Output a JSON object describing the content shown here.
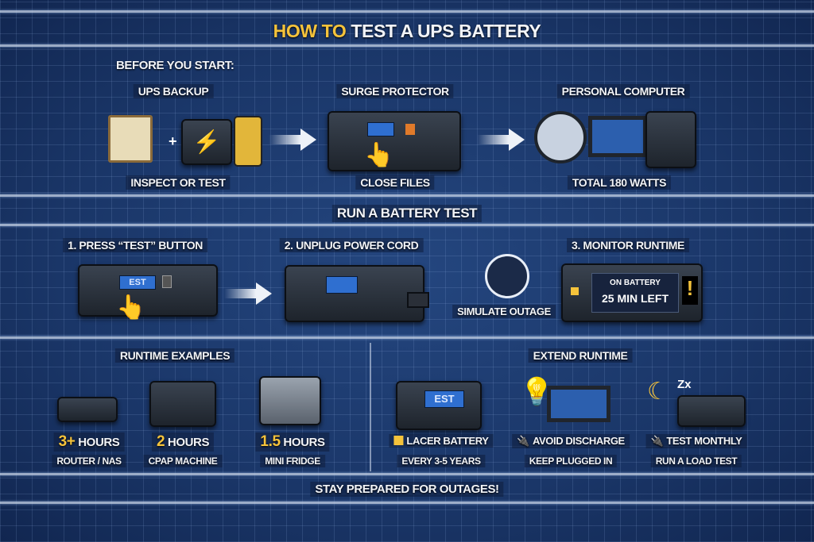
{
  "title": {
    "highlight": "HOW TO",
    "rest": "TEST A UPS BATTERY"
  },
  "before": {
    "heading": "BEFORE YOU START:",
    "items": [
      {
        "label": "UPS BACKUP",
        "caption": "INSPECT OR TEST"
      },
      {
        "label": "SURGE PROTECTOR",
        "caption": "CLOSE FILES"
      },
      {
        "label": "PERSONAL COMPUTER",
        "caption": "TOTAL 180 WATTS"
      }
    ]
  },
  "run": {
    "heading": "RUN A BATTERY TEST",
    "steps": [
      {
        "label": "1. PRESS “TEST” BUTTON",
        "screen": "EST"
      },
      {
        "label": "2. UNPLUG POWER CORD",
        "note": "SIMULATE OUTAGE"
      },
      {
        "label": "3. MONITOR RUNTIME",
        "status": "ON BATTERY",
        "remaining": "25 MIN LEFT"
      }
    ]
  },
  "runtime": {
    "heading": "RUNTIME EXAMPLES",
    "items": [
      {
        "value": "3+",
        "unit": "HOURS",
        "device": "ROUTER / NAS"
      },
      {
        "value": "2",
        "unit": "HOURS",
        "device": "CPAP MACHINE"
      },
      {
        "value": "1.5",
        "unit": "HOURS",
        "device": "MINI FRIDGE"
      }
    ]
  },
  "extend": {
    "heading": "EXTEND RUNTIME",
    "screen": "EST",
    "items": [
      {
        "label": "LACER BATTERY",
        "sub": "EVERY 3-5 YEARS"
      },
      {
        "label": "AVOID DISCHARGE",
        "sub": "KEEP PLUGGED IN"
      },
      {
        "label": "TEST MONTHLY",
        "sub": "RUN A LOAD TEST"
      }
    ],
    "sleep": "Zx"
  },
  "footer": "STAY PREPARED FOR OUTAGES!",
  "colors": {
    "background": "#1a3668",
    "accent": "#f5c33b",
    "screen": "#2f6fd0"
  }
}
